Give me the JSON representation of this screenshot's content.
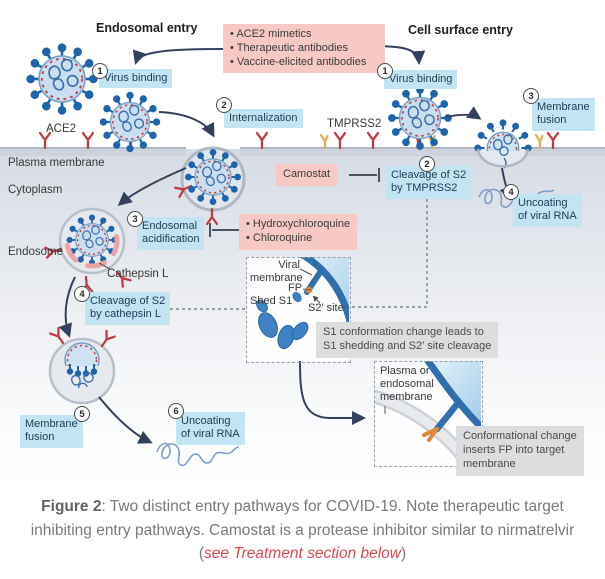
{
  "colors": {
    "step_box": "#c2e4f3",
    "inhibitor_box": "#f7c9c5",
    "callout_box": "#dcddde",
    "arrow": "#33415c",
    "ace2_receptor": "#c23b42",
    "tmprss2_receptor": "#ddb057",
    "virus_spike": "#1f64ab",
    "virus_body": "#c9def0",
    "membrane": "#ccd3dc",
    "caption_text": "#797a7d",
    "caption_link": "#d94a50"
  },
  "headers": {
    "left": "Endosomal entry",
    "right": "Cell surface entry"
  },
  "inhibitors": {
    "top": {
      "items": [
        "ACE2 mimetics",
        "Therapeutic antibodies",
        "Vaccine-elicited antibodies"
      ]
    },
    "camostat": {
      "label": "Camostat"
    },
    "endosomal": {
      "items": [
        "Hydroxychloroquine",
        "Chloroquine"
      ]
    }
  },
  "steps": {
    "left_virus_binding": {
      "num": "1",
      "lines": [
        "Virus binding"
      ]
    },
    "internalization": {
      "num": "2",
      "lines": [
        "Internalization"
      ]
    },
    "endosomal_acidification": {
      "num": "3",
      "lines": [
        "Endosomal",
        "acidification"
      ]
    },
    "cleavage_cathepsin": {
      "num": "4",
      "lines": [
        "Cleavage of S2",
        "by cathepsin L"
      ]
    },
    "membrane_fusion_left": {
      "num": "5",
      "lines": [
        "Membrane",
        "fusion"
      ]
    },
    "uncoating_left": {
      "num": "6",
      "lines": [
        "Uncoating",
        "of viral RNA"
      ]
    },
    "right_virus_binding": {
      "num": "1",
      "lines": [
        "Virus binding"
      ]
    },
    "cleavage_tmprss2": {
      "num": "2",
      "lines": [
        "Cleavage of S2",
        "by TMPRSS2"
      ]
    },
    "membrane_fusion_right": {
      "num": "3",
      "lines": [
        "Membrane",
        "fusion"
      ]
    },
    "uncoating_right": {
      "num": "4",
      "lines": [
        "Uncoating",
        "of viral RNA"
      ]
    }
  },
  "labels": {
    "ace2": "ACE2",
    "tmprss2": "TMPRSS2",
    "plasma_membrane": "Plasma membrane",
    "cytoplasm": "Cytoplasm",
    "endosome": "Endosome",
    "cathepsin_l": "Cathepsin L",
    "viral_membrane": [
      "Viral",
      "membrane"
    ],
    "fp": "FP",
    "shed_s1": "Shed S1",
    "s2_site": "S2′ site",
    "plasma_or_endosomal": [
      "Plasma or",
      "endosomal",
      "membrane"
    ]
  },
  "callouts": {
    "s1_conformation": [
      "S1 conformation change leads to",
      "S1 shedding and S2′ site cleavage"
    ],
    "conformational_change": [
      "Conformational change",
      "inserts FP into target",
      "membrane"
    ]
  },
  "caption": {
    "figure_label": "Figure 2",
    "body": ": Two distinct entry pathways for COVID-19. Note therapeutic target inhibiting entry pathways. Camostat is a protease inhibitor similar to nirmatrelvir (",
    "link": "see Treatment section below",
    "suffix": ")"
  }
}
